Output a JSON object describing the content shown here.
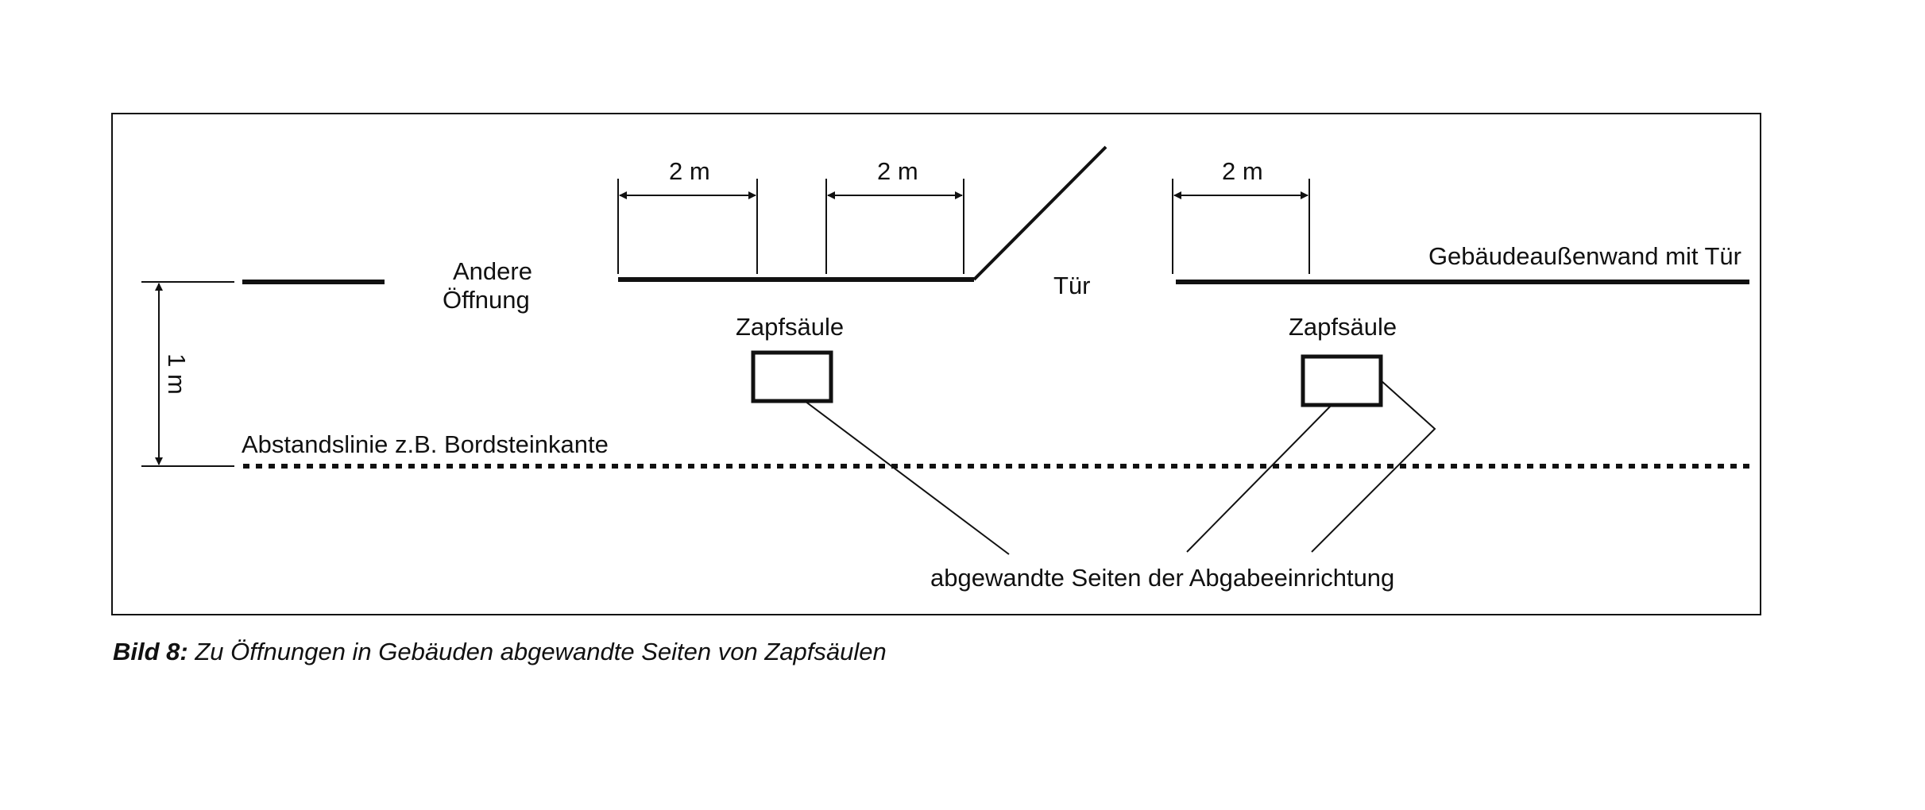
{
  "diagram": {
    "labels": {
      "andere_oeffnung_line1": "Andere",
      "andere_oeffnung_line2": "Öffnung",
      "tuer": "Tür",
      "wall": "Gebäudeaußenwand mit Tür",
      "dispenser_left": "Zapfsäule",
      "dispenser_right": "Zapfsäule",
      "distance_line": "Abstandslinie z.B. Bordsteinkante",
      "averted_sides": "abgewandte Seiten der Abgabeeinrichtung"
    },
    "dimensions": {
      "spacing_1": "2 m",
      "spacing_2": "2 m",
      "spacing_3": "2 m",
      "vertical": "1 m"
    }
  },
  "caption": {
    "number": "Bild 8:",
    "text": "Zu Öffnungen in Gebäuden abgewandte Seiten von Zapfsäulen"
  }
}
